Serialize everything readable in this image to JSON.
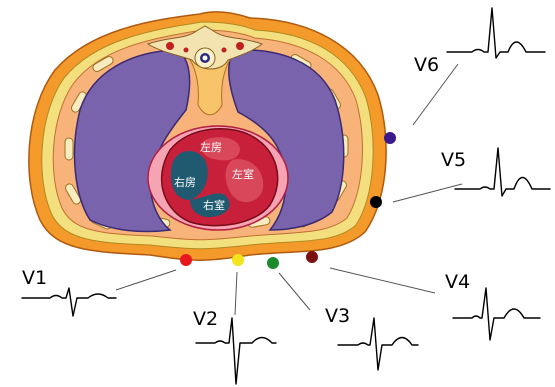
{
  "chambers": {
    "left_atrium": "左房",
    "right_atrium": "右房",
    "left_ventricle": "左室",
    "right_ventricle": "右室"
  },
  "leads": [
    {
      "id": "v1",
      "label": "V1",
      "color": "#e8171c"
    },
    {
      "id": "v2",
      "label": "V2",
      "color": "#f2e51a"
    },
    {
      "id": "v3",
      "label": "V3",
      "color": "#1a8a2c"
    },
    {
      "id": "v4",
      "label": "V4",
      "color": "#7a1010"
    },
    {
      "id": "v5",
      "label": "V5",
      "color": "#000000"
    },
    {
      "id": "v6",
      "label": "V6",
      "color": "#3a1a8c"
    }
  ],
  "colors": {
    "skin": "#f3a63a",
    "muscle": "#f6b27a",
    "fat": "#f4e08a",
    "lung": "#7a63ad",
    "heart": "#c8203a",
    "pericardium": "#f6a4b4",
    "blood": "#1f5a70"
  }
}
